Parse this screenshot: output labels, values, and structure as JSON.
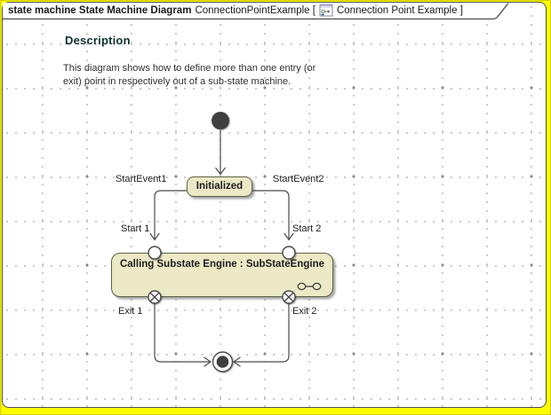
{
  "window": {
    "tab_title_bold": "state machine State Machine Diagram",
    "tab_title_model": "ConnectionPointExample [",
    "tab_title_diagram_name": "Connection Point Example ]",
    "diagram_icon": "state-machine-diagram-icon"
  },
  "description": {
    "heading": "Description",
    "body": "This diagram shows how to define more than one entry (or\nexit) point in respectively out of a sub-state machine."
  },
  "diagram": {
    "states": {
      "initialized": "Initialized",
      "substate_engine": "Calling Substate Engine : SubStateEngine"
    },
    "labels": {
      "start_event1": "StartEvent1",
      "start_event2": "StartEvent2",
      "start1": "Start 1",
      "start2": "Start 2",
      "exit1": "Exit 1",
      "exit2": "Exit 2"
    },
    "icons": {
      "initial": "initial-state-icon",
      "final": "final-state-icon",
      "entry_point": "entry-point-icon",
      "exit_point": "exit-point-icon",
      "submachine": "submachine-icon"
    }
  },
  "colors": {
    "canvas_frame_yellow": "#ffff00",
    "frame_border": "#4f4f4f",
    "state_fill": "#ece9c6",
    "state_border": "#5f5f45",
    "heading": "#0d3232",
    "grid_dot": "#9a9a9a",
    "line": "#4a4a4a"
  }
}
